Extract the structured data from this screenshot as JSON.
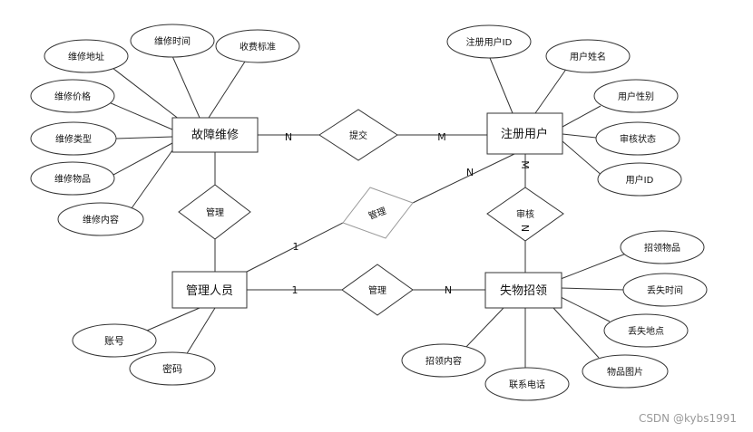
{
  "entities": {
    "repair": "故障维修",
    "user": "注册用户",
    "admin": "管理人员",
    "lostfound": "失物招领"
  },
  "relations": {
    "submit": "提交",
    "review": "审核",
    "manage_user": "管理",
    "manage_lost": "管理",
    "admin_repair": "管理"
  },
  "attributes": {
    "repair_addr": "维修地址",
    "repair_time": "维修时间",
    "fee": "收费标准",
    "price": "维修价格",
    "type": "维修类型",
    "item": "维修物品",
    "content": "维修内容",
    "user_id": "注册用户ID",
    "user_name": "用户姓名",
    "user_gender": "用户性别",
    "review_status": "审核状态",
    "uid": "用户ID",
    "account": "账号",
    "password": "密码",
    "claim_item": "招领物品",
    "lost_time": "丢失时间",
    "lost_place": "丢失地点",
    "item_photo": "物品图片",
    "phone": "联系电话",
    "claim_content": "招领内容"
  },
  "cardinality": {
    "repair_submit": "N",
    "submit_user": "M",
    "user_review": "M",
    "review_lost": "N",
    "admin_manage_user": "1",
    "manage_user_user": "N",
    "admin_manage_lost": "1",
    "manage_lost_lost": "N"
  },
  "watermark": "CSDN @kybs1991"
}
